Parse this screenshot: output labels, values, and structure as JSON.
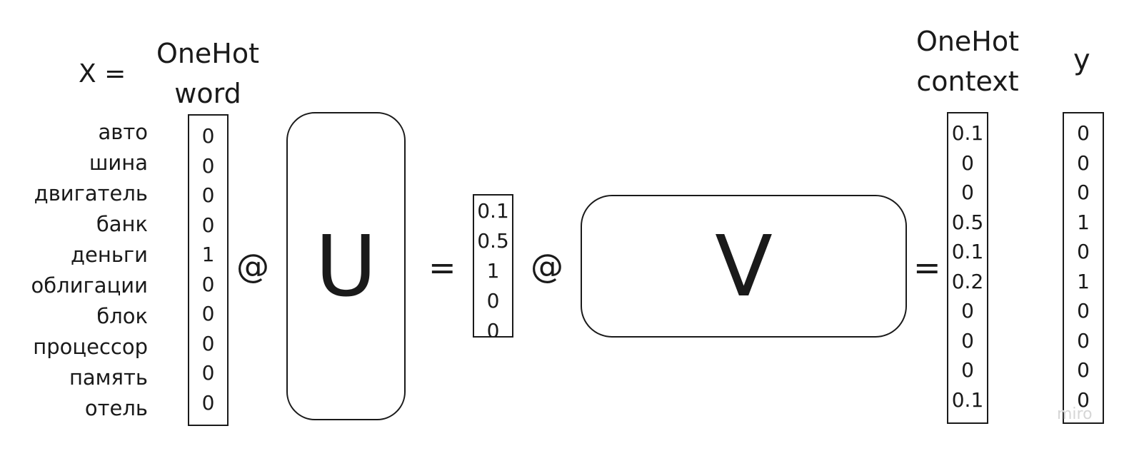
{
  "x_label": "X =",
  "input_header": [
    "OneHot",
    "word"
  ],
  "words": [
    "авто",
    "шина",
    "двигатель",
    "банк",
    "деньги",
    "облигации",
    "блок",
    "процессор",
    "память",
    "отель"
  ],
  "onehot_word": [
    "0",
    "0",
    "0",
    "0",
    "1",
    "0",
    "0",
    "0",
    "0",
    "0"
  ],
  "op_matmul": "@",
  "op_equals": "=",
  "matrix_u": "U",
  "hidden": [
    "0.1",
    "0.5",
    "1",
    "0",
    "0"
  ],
  "matrix_v": "V",
  "context_header": [
    "OneHot",
    "context"
  ],
  "context_values": [
    "0.1",
    "0",
    "0",
    "0.5",
    "0.1",
    "0.2",
    "0",
    "0",
    "0",
    "0.1"
  ],
  "y_label": "y",
  "y_values": [
    "0",
    "0",
    "0",
    "1",
    "0",
    "1",
    "0",
    "0",
    "0",
    "0"
  ],
  "watermark": "miro"
}
